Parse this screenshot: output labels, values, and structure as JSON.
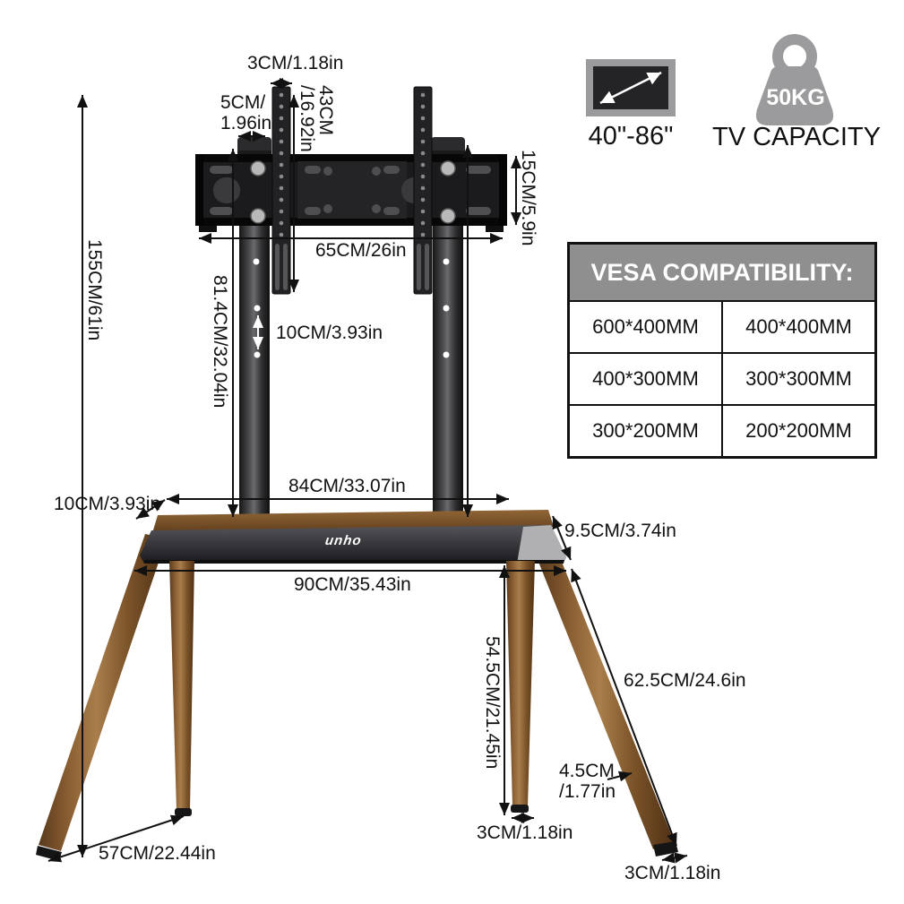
{
  "labels": {
    "strip_width_top": "3CM/1.18in",
    "pole_width_line1": "5CM/",
    "pole_width_line2": "1.96in",
    "strip_length_line1": "43CM",
    "strip_length_line2": "/16.92in",
    "bracket_height": "15CM/5.9in",
    "bracket_width": "65CM/26in",
    "total_height": "155CM/61in",
    "pole_height": "81.4CM/32.04in",
    "pole_hole_spacing": "10CM/3.93in",
    "top_shelf_width": "84CM/33.07in",
    "top_shelf_depth": "10CM/3.93in",
    "shelf_side_height": "9.5CM/3.74in",
    "base_width": "90CM/35.43in",
    "front_leg_height": "54.5CM/21.45in",
    "back_leg_length": "62.5CM/24.6in",
    "leg_thickness_line1": "4.5CM",
    "leg_thickness_line2": "/1.77in",
    "front_foot_width": "3CM/1.18in",
    "foot_spacing": "57CM/22.44in",
    "back_foot_width": "3CM/1.18in"
  },
  "badges": {
    "screen_size_range": "40\"-86\"",
    "weight_capacity": "50KG",
    "weight_capacity_label": "TV CAPACITY"
  },
  "vesa_table": {
    "title": "VESA COMPATIBILITY:",
    "rows": [
      [
        "600*400MM",
        "400*400MM"
      ],
      [
        "400*300MM",
        "300*300MM"
      ],
      [
        "300*200MM",
        "200*200MM"
      ]
    ]
  },
  "brand": {
    "logo_text": "unho"
  }
}
